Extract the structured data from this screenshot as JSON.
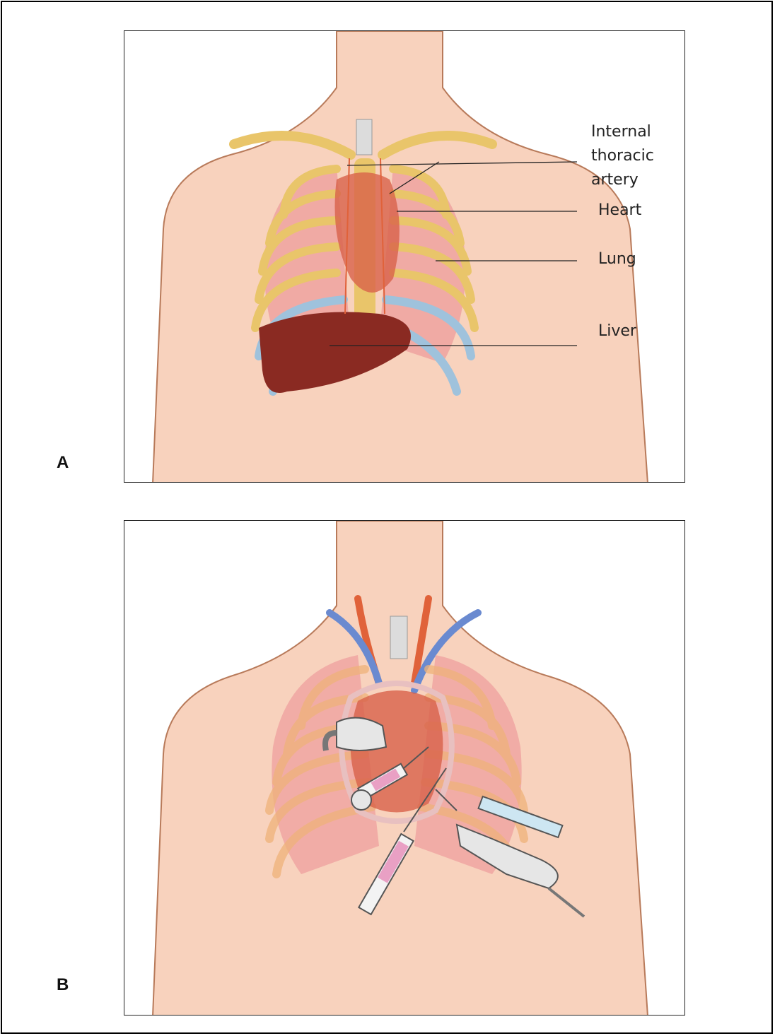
{
  "panels": [
    {
      "letter": "A",
      "labels": {
        "artery_line1": "Internal",
        "artery_line2": "thoracic",
        "artery_line3": "artery",
        "heart": "Heart",
        "lung": "Lung",
        "liver": "Liver"
      }
    },
    {
      "letter": "B"
    }
  ],
  "colors": {
    "skin": "#f8d2bd",
    "skin_outline": "#b87a5a",
    "rib_bone": "#e9c56a",
    "cartilage": "#9fc2dc",
    "lung": "#efa3a0",
    "heart": "#d8614a",
    "liver": "#8a2a22",
    "artery": "#e0623a",
    "vein": "#6a8ad0",
    "syringe_fluid": "#e9a0c4"
  }
}
